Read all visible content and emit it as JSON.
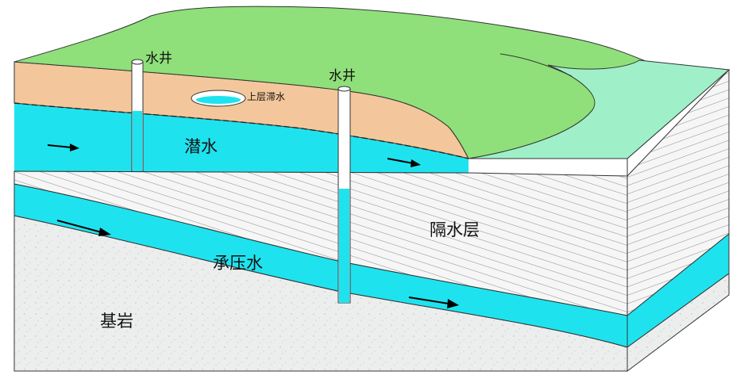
{
  "labels": {
    "well_1": "水井",
    "well_2": "水井",
    "perched_water": "上层滞水",
    "phreatic_water": "潜水",
    "aquiclude": "隔水层",
    "confined_water": "承压水",
    "bedrock": "基岩"
  },
  "colors": {
    "surface": "#8fe07a",
    "surface_front": "#9ff0c8",
    "unsaturated": "#f3c79b",
    "water": "#1ee3ee",
    "aquiclude": "#f4f4f4",
    "bedrock": "#eceeee",
    "well": "#ffffff",
    "line": "#222222"
  },
  "icons": [
    "flow-arrow-icon"
  ]
}
